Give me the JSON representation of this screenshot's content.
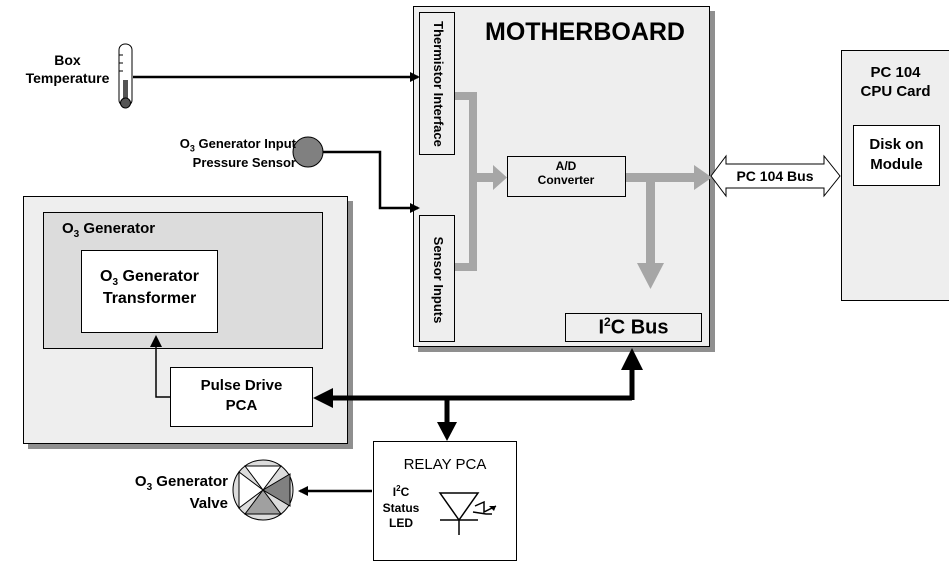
{
  "motherboard": {
    "title": "MOTHERBOARD",
    "thermistor_interface": "Thermistor Interface",
    "sensor_inputs": "Sensor Inputs",
    "ad_converter": "A/D Converter",
    "i2c_bus": {
      "prefix": "I",
      "sup": "2",
      "suffix": "C Bus"
    }
  },
  "pc104": {
    "title_line1": "PC 104",
    "title_line2": "CPU Card",
    "disk_line1": "Disk on",
    "disk_line2": "Module",
    "bus_label": "PC 104 Bus"
  },
  "box_temperature": {
    "line1": "Box",
    "line2": "Temperature"
  },
  "pressure_sensor": {
    "line1_prefix": "O",
    "line1_sub": "3",
    "line1_suffix": " Generator Input",
    "line2": "Pressure Sensor"
  },
  "o3_generator": {
    "title_prefix": "O",
    "title_sub": "3",
    "title_suffix": " Generator",
    "transformer_prefix": "O",
    "transformer_sub": "3",
    "transformer_suffix": " Generator",
    "transformer_line2": "Transformer",
    "pulse_drive_line1": "Pulse Drive",
    "pulse_drive_line2": "PCA"
  },
  "relay_pca": {
    "title": "RELAY PCA",
    "led_prefix": "I",
    "led_sup": "2",
    "led_suffix": "C",
    "led_line2": "Status",
    "led_line3": "LED"
  },
  "valve": {
    "line1_prefix": "O",
    "line1_sub": "3",
    "line1_suffix": " Generator",
    "line2": "Valve"
  },
  "colors": {
    "panel_gray": "#eeeeee",
    "inner_gray": "#dcdcdc",
    "arrow_gray": "#a6a6a6",
    "shadow_gray": "#8f8f8f"
  }
}
